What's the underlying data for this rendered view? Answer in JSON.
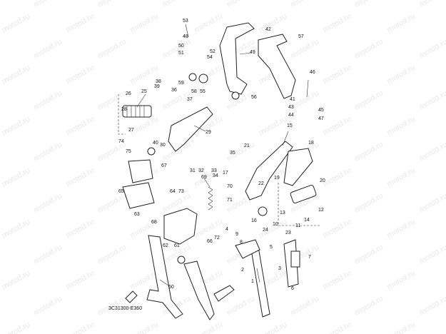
{
  "watermark": "motod.ru",
  "drawing_code": "3C31300-E360",
  "callouts": [
    "1",
    "2",
    "3",
    "4",
    "5",
    "6",
    "7",
    "8",
    "9",
    "10",
    "11",
    "12",
    "13",
    "14",
    "15",
    "16",
    "17",
    "18",
    "19",
    "20",
    "21",
    "22",
    "23",
    "24",
    "25",
    "26",
    "27",
    "28",
    "29",
    "30",
    "31",
    "32",
    "33",
    "34",
    "35",
    "36",
    "37",
    "38",
    "39",
    "40",
    "41",
    "42",
    "43",
    "44",
    "45",
    "46",
    "47",
    "48",
    "49",
    "50",
    "51",
    "52",
    "53",
    "54",
    "55",
    "56",
    "57",
    "58",
    "59",
    "60",
    "61",
    "62",
    "63",
    "64",
    "65",
    "66",
    "67",
    "68",
    "69",
    "70",
    "71",
    "72",
    "73",
    "74",
    "75"
  ]
}
